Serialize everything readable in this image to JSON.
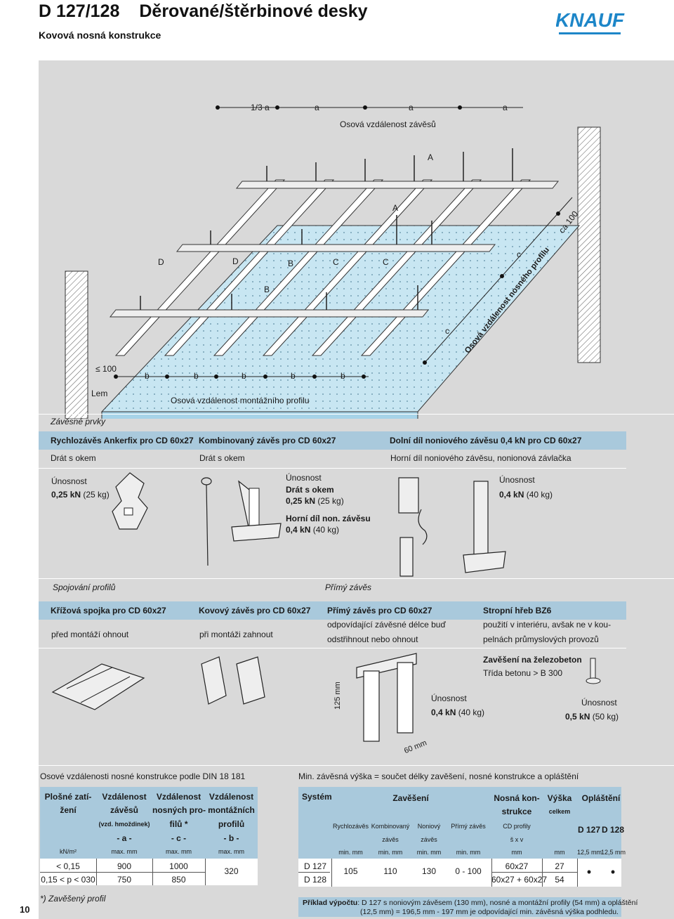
{
  "header": {
    "code": "D 127/128",
    "title": "Děrované/štěrbinové desky",
    "subtitle": "Kovová nosná konstrukce",
    "logo_text": "KNAUF"
  },
  "diagram": {
    "top_spacing": [
      "1/3 a",
      "a",
      "a",
      "a"
    ],
    "top_label": "Osová vzdálenost závěsů",
    "letters_A": [
      "A",
      "A"
    ],
    "letters_D": [
      "D",
      "D"
    ],
    "letters_B": [
      "B",
      "B"
    ],
    "letters_C": [
      "C",
      "C"
    ],
    "right_c": [
      "c",
      "c"
    ],
    "ca": "ca 100",
    "right_label": "Osová vzdálenost nosného profilu",
    "bottom_le": "≤ 100",
    "bottom_b": [
      "b",
      "b",
      "b",
      "b",
      "b"
    ],
    "lem": "Lem",
    "bottom_label": "Osová vzdálenost montážního profilu"
  },
  "section1": {
    "title": "Závěsné prvky",
    "heads": [
      "Rychlozávěs Ankerfix pro CD 60x27",
      "Kombinovaný závěs pro CD 60x27",
      "Dolní díl noniového závěsu 0,4 kN pro CD 60x27"
    ],
    "subs": [
      "Drát s okem",
      "Drát s okem",
      "Horní díl noniového závěsu, nonionová závlačka"
    ],
    "load1_label": "Únosnost",
    "load1_value": "0,25 kN",
    "load1_kg": "(25 kg)",
    "load2_label": "Únosnost",
    "load2_title": "Drát s okem",
    "load2_value": "0,25 kN",
    "load2_kg": "(25 kg)",
    "load3_title": "Horní díl non. závěsu",
    "load3_value": "0,4 kN",
    "load3_kg": "(40 kg)",
    "load4_label": "Únosnost",
    "load4_value": "0,4 kN",
    "load4_kg": "(40 kg)"
  },
  "section2": {
    "title_left": "Spojování profilů",
    "title_right": "Přímý závěs",
    "heads": [
      "Křížová spojka pro CD 60x27",
      "Kovový závěs pro CD 60x27",
      "Přímý závěs pro CD 60x27",
      "Stropní hřeb BZ6"
    ],
    "sub1": "před montáží ohnout",
    "sub2": "při montáži zahnout",
    "sub3a": "odpovídající závěsné délce buď",
    "sub3b": "odstřihnout nebo ohnout",
    "sub4a": "použití v interiéru, avšak ne v kou-",
    "sub4b": "pelnách průmyslových provozů",
    "anchor_title": "Zavěšení na železobeton",
    "anchor_sub": "Třída betonu > B 300",
    "dim125": "125 mm",
    "dim60": "60 mm",
    "load5_label": "Únosnost",
    "load5_value": "0,4 kN",
    "load5_kg": "(40 kg)",
    "load6_label": "Únosnost",
    "load6_value": "0,5 kN",
    "load6_kg": "(50 kg)"
  },
  "table1": {
    "caption": "Osové vzdálenosti nosné konstrukce podle DIN 18 181",
    "h1": [
      "Plošné zatí-",
      "žení"
    ],
    "h2": [
      "Vzdálenost",
      "závěsů",
      "(vzd. hmoždinek)",
      "- a -"
    ],
    "h3": [
      "Vzdálenost",
      "nosných pro-",
      "filů *",
      "- c -"
    ],
    "h4": [
      "Vzdálenost",
      "montážních",
      "profilů",
      "- b -"
    ],
    "units": [
      "kN/m²",
      "max. mm",
      "max. mm",
      "max. mm"
    ],
    "rows": [
      [
        "< 0,15",
        "900",
        "1000"
      ],
      [
        "0,15 < p < 030",
        "750",
        "850"
      ]
    ],
    "b_value": "320",
    "footnote": "*) Zavěšený profil"
  },
  "table2": {
    "caption": "Min. závěsná výška = součet délky zavěšení, nosné konstrukce a opláštění",
    "h_system": "Systém",
    "h_zaveseni": "Zavěšení",
    "h_nosna": [
      "Nosná kon-",
      "strukce"
    ],
    "h_vyska": [
      "Výška",
      "celkem"
    ],
    "h_oplasteni": "Opláštění",
    "sub_heads": [
      "Rychlozávěs",
      "Kombinovaný",
      "Noniový",
      "Přímý závěs",
      "CD profily"
    ],
    "sub_heads2": [
      "závěs",
      "závěs",
      "š x v"
    ],
    "op_cols": [
      "D 127",
      "D 128"
    ],
    "units": [
      "min. mm",
      "min. mm",
      "min. mm",
      "min. mm",
      "mm",
      "mm",
      "12,5 mm",
      "12,5 mm"
    ],
    "systems": [
      "D 127",
      "D 128"
    ],
    "values": [
      "105",
      "110",
      "130",
      "0 - 100"
    ],
    "cd": [
      "60x27",
      "60x27 + 60x27"
    ],
    "heights": [
      "27",
      "54"
    ],
    "dots": [
      "•",
      "•"
    ]
  },
  "example": {
    "label": "Příklad výpočtu",
    "text1": ": D 127 s noniovým závěsem (130 mm), nosné a montážní profily (54 mm) a opláštění",
    "text2": "(12,5 mm) = 196,5 mm - 197 mm je odpovídající min. závěsná výška podhledu."
  },
  "page_number": "10"
}
